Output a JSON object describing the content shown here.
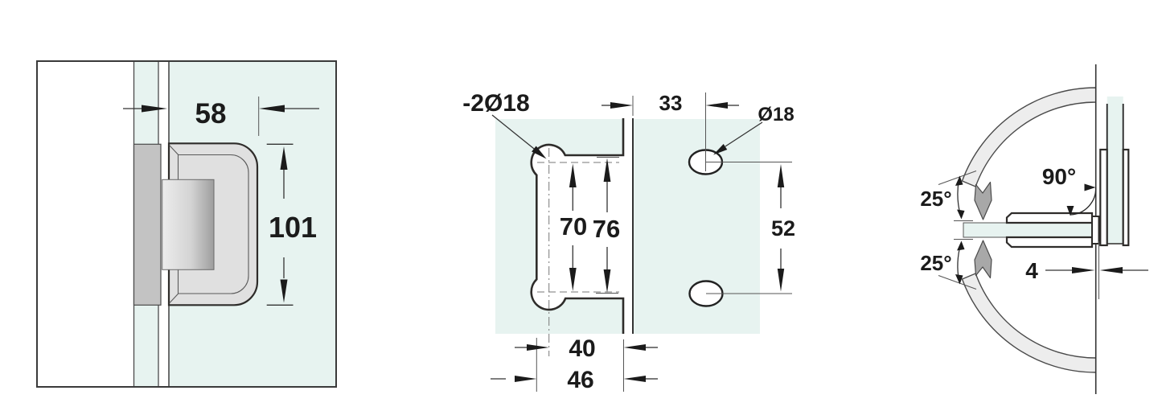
{
  "drawing": {
    "type": "hinge-technical-drawing",
    "colors": {
      "glass_tint": "#e7f3f0",
      "metal_body": "#e0e0e0",
      "metal_plate": "#c3c3c3",
      "metal_gradient_dark": "#9e9e9e",
      "swing_band": "#ededed",
      "chevron_gray": "#a8a8a8",
      "outline": "#2e2c2a",
      "text": "#1b1b1b"
    },
    "views": {
      "side": {
        "width": "58",
        "height": "101"
      },
      "front": {
        "holes_note": "-2Ø18",
        "edge_to_hole": "33",
        "hole_dia": "Ø18",
        "hole_pitch": "70",
        "body_height": "76",
        "right_hole_pitch": "52",
        "hole_to_edge": "40",
        "body_width": "46"
      },
      "top": {
        "swing_upper": "25°",
        "open_angle": "90°",
        "swing_lower": "25°",
        "glass_gap": "4"
      }
    }
  }
}
